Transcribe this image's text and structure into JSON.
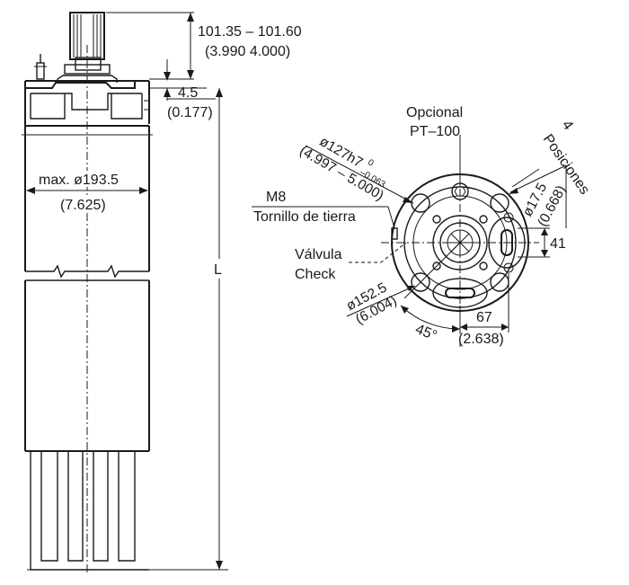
{
  "side_view": {
    "shaft_height_dim": "101.35 – 101.60",
    "shaft_height_dim_in": "(3.990 4.000)",
    "flange_dim": "4.5",
    "flange_dim_in": "(0.177)",
    "body_diameter": "max. ø193.5",
    "body_diameter_in": "(7.625)",
    "length_label": "L"
  },
  "end_view": {
    "optional_line1": "Opcional",
    "optional_line2": "PT–100",
    "positions_line1": "4",
    "positions_line2": "Posiciones",
    "pilot_dim": "ø127h7",
    "pilot_tol_upper": "0",
    "pilot_tol_lower": "–0.063",
    "pilot_dim_in": "(4.997 – 5.000)",
    "hole_dim": "ø17.5",
    "hole_dim_in": "(0.668)",
    "ground_screw_line1": "M8",
    "ground_screw_line2": "Tornillo de tierra",
    "check_valve_line1": "Válvula",
    "check_valve_line2": "Check",
    "dim_41": "41",
    "bolt_circle_dim": "ø152.5",
    "bolt_circle_dim_in": "(6.004)",
    "angle_label": "45°",
    "dim_67": "67",
    "dim_67_in": "(2.638)"
  }
}
